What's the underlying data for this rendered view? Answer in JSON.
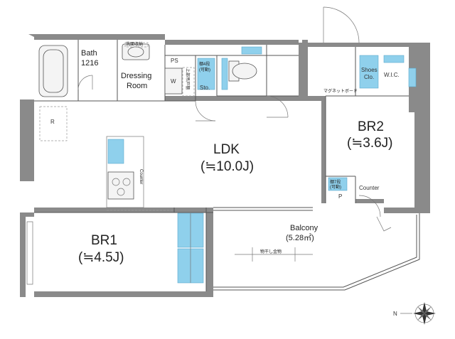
{
  "rooms": {
    "bath": {
      "name": "Bath",
      "size": "1216"
    },
    "dressing": {
      "line1": "Dressing",
      "line2": "Room"
    },
    "ldk": {
      "name": "LDK",
      "area": "(≒10.0J)"
    },
    "br1": {
      "name": "BR1",
      "area": "(≒4.5J)"
    },
    "br2": {
      "name": "BR2",
      "area": "(≒3.6J)"
    },
    "balcony": {
      "name": "Balcony",
      "area": "(5.28㎡)"
    }
  },
  "labels": {
    "ps": "PS",
    "w": "W",
    "sto": "Sto.",
    "r": "R",
    "p": "P",
    "counter": "Counter",
    "counter_vertical": "Counter",
    "shoes_line1": "Shoes",
    "shoes_line2": "Clo.",
    "wic": "W.I.C.",
    "laundry_rack": "物干し金物",
    "mirror_cabinet": "洗面収納",
    "shelf_4": "棚4段",
    "shelf_4_adj": "(可動)",
    "shelf_7": "棚7段",
    "shelf_7_adj": "(可動)",
    "magnet_board": "マグネットボード",
    "upper_cabinet": "上部吊戸棚"
  },
  "compass": {
    "letter": "N"
  },
  "colors": {
    "wall": "#8a8a8a",
    "storage": "#8fd0ec",
    "line": "#555555"
  }
}
